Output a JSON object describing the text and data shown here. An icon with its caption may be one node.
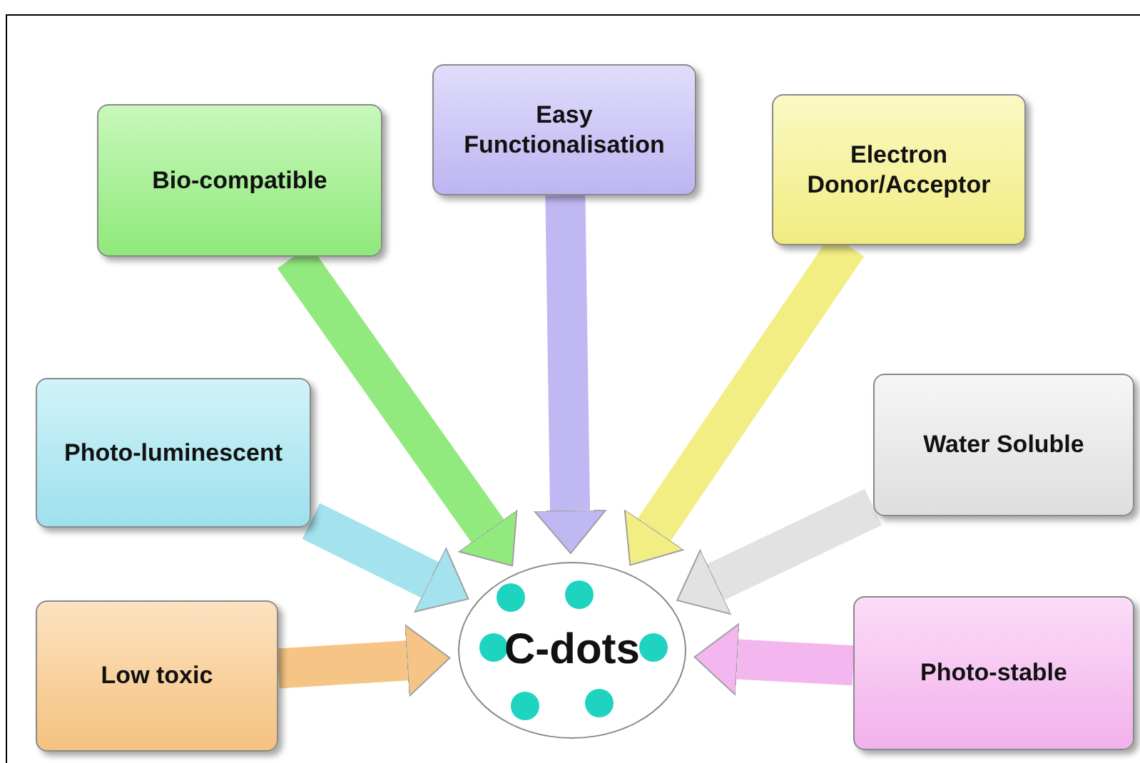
{
  "diagram": {
    "nodes": [
      {
        "text": [
          "Bio-compatible"
        ]
      },
      {
        "text": [
          "Easy Functionalisation"
        ]
      },
      {
        "text": [
          "Electron Donor/Acceptor"
        ]
      },
      {
        "text": [
          "Photo-luminescent"
        ]
      },
      {
        "text": [
          "Water Soluble"
        ]
      },
      {
        "text": [
          "Low toxic"
        ]
      },
      {
        "text": [
          "Photo-stable"
        ]
      },
      {
        "text": [
          "C-dots"
        ]
      }
    ],
    "edges": [
      {
        "from": 0,
        "to": 7,
        "arrow": "to",
        "color": "#92ea7e"
      },
      {
        "from": 1,
        "to": 7,
        "arrow": "to",
        "color": "#bfb8f2"
      },
      {
        "from": 2,
        "to": 7,
        "arrow": "to",
        "color": "#f2ee84"
      },
      {
        "from": 3,
        "to": 7,
        "arrow": "to",
        "color": "#a4e2ee"
      },
      {
        "from": 4,
        "to": 7,
        "arrow": "to",
        "color": "#e2e2e2"
      },
      {
        "from": 5,
        "to": 7,
        "arrow": "to",
        "color": "#f6c585"
      },
      {
        "from": 6,
        "to": 7,
        "arrow": "to",
        "color": "#f4b6ee"
      }
    ]
  }
}
